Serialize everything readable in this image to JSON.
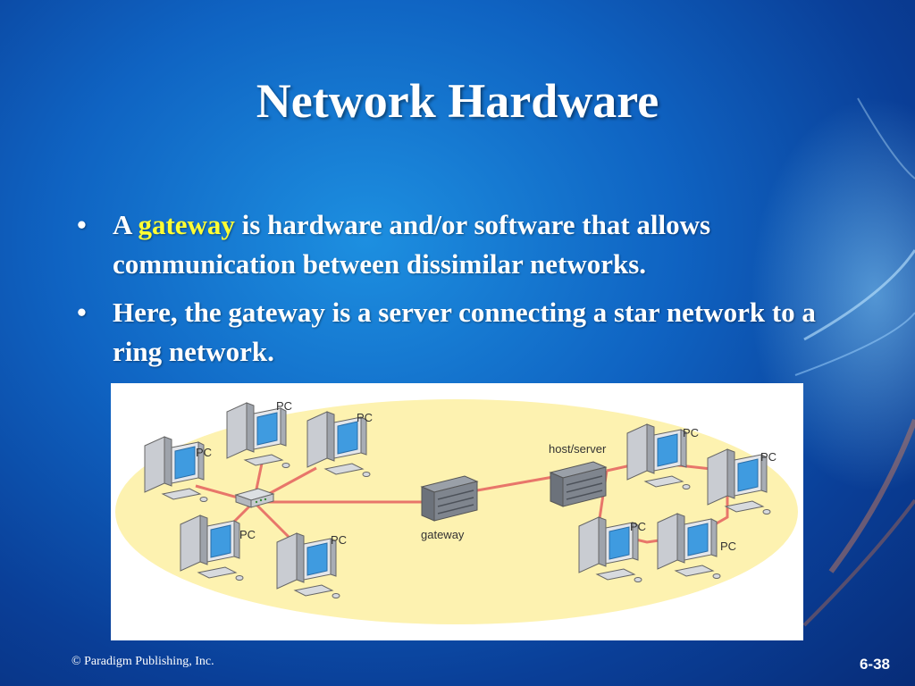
{
  "slide": {
    "title": "Network Hardware",
    "bullets": [
      {
        "prefix": "A ",
        "highlight": "gateway",
        "suffix": " is hardware and/or software that allows communication between dissimilar networks."
      },
      {
        "text": "Here, the gateway is a server connecting a star network to a ring network."
      }
    ],
    "footer": "© Paradigm Publishing, Inc.",
    "page_number": "6-38",
    "colors": {
      "highlight": "#ffff33",
      "background": "#0f63c2",
      "network_area": "#fdf2b0",
      "cable": "#e8766a"
    }
  },
  "diagram": {
    "labels": {
      "pc": "PC",
      "gateway": "gateway",
      "server": "host/server"
    }
  }
}
